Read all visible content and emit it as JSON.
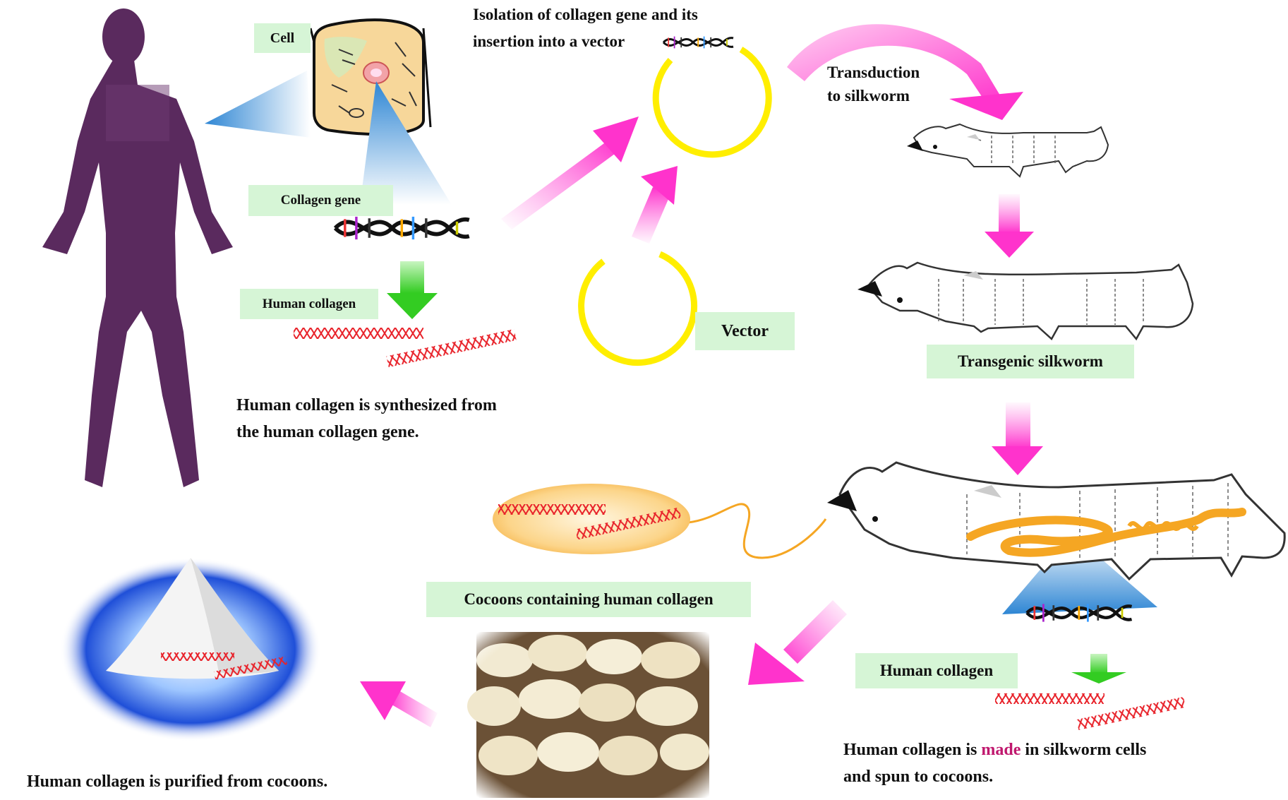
{
  "labels": {
    "cell": "Cell",
    "collagen_gene": "Collagen gene",
    "human_collagen_top": "Human collagen",
    "vector": "Vector",
    "transgenic_silkworm": "Transgenic silkworm",
    "cocoons": "Cocoons containing human collagen",
    "human_collagen_bottom": "Human collagen"
  },
  "texts": {
    "isolation_line1": "Isolation of collagen gene and its",
    "isolation_line2": "insertion into a vector",
    "transduction_line1": "Transduction",
    "transduction_line2": "to silkworm",
    "synthesized_line1": "Human collagen is synthesized from",
    "synthesized_line2": "the human collagen gene.",
    "made_prefix": "Human collagen is ",
    "made_word": "made",
    "made_suffix": " in silkworm cells",
    "made_line2": "and spun to cocoons.",
    "purified": "Human collagen is purified from cocoons."
  },
  "colors": {
    "label_box": "#d6f5d6",
    "human_silhouette": "#5a2a5e",
    "vector_ring": "#ffee00",
    "flow_arrow": "#ff33cc",
    "green_arrow": "#44dd33",
    "collagen_strand": "#e8222a",
    "cell_arrow": "#3a8fd8",
    "silk_thread": "#f5a623",
    "made_highlight": "#c0186e"
  }
}
